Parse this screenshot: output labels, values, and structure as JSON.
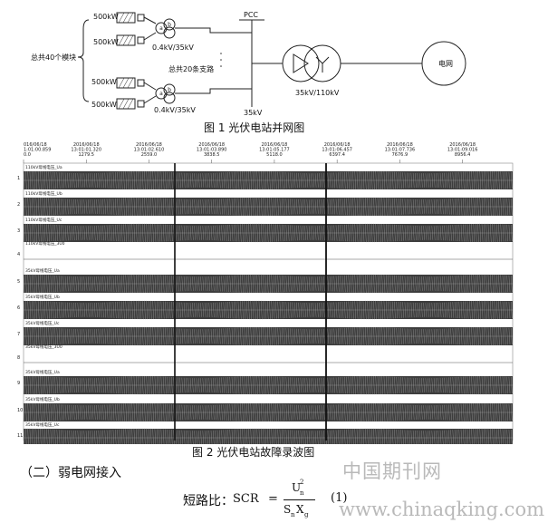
{
  "fig1": {
    "caption": "图 1 光伏电站并网图",
    "module_count_label": "总共40个模块",
    "panel_kw": [
      "500kW",
      "500kW",
      "500kW",
      "500kW"
    ],
    "transformer_upper": "0.4kV/35kV",
    "transformer_lower": "0.4kV/35kV",
    "branch_count_label": "总共20条支路",
    "pcc_label": "PCC",
    "bus_voltage": "35kV",
    "main_transformer": "35kV/110kV",
    "grid_label": "电网"
  },
  "fig2": {
    "caption": "图 2 光伏电站故障录波图",
    "time_start": [
      "016/06/18",
      "1:01:00.859",
      "0.0"
    ],
    "time_labels": [
      [
        "2016/06/18",
        "13:01:01.320",
        "1279.5"
      ],
      [
        "2016/06/18",
        "13:01:02.610",
        "2559.0"
      ],
      [
        "2016/06/18",
        "13:01:03.890",
        "3838.5"
      ],
      [
        "2016/06/18",
        "13:01:05.177",
        "5118.0"
      ],
      [
        "2016/06/18",
        "13:01:06.457",
        "6397.4"
      ],
      [
        "2016/06/18",
        "13:01:07.736",
        "7676.9"
      ],
      [
        "2016/06/18",
        "13:01:09.016",
        "8956.4"
      ]
    ],
    "channels": [
      {
        "label": "110kV母线电压_Ua",
        "num": "1"
      },
      {
        "label": "110kV母线电压_Ub",
        "num": "2"
      },
      {
        "label": "110kV母线电压_Uc",
        "num": "3"
      },
      {
        "label": "110kV母线电压_3U0",
        "num": "4"
      },
      {
        "label": "35kV母线电压_Ua",
        "num": "5"
      },
      {
        "label": "35kV母线电压_Ub",
        "num": "6"
      },
      {
        "label": "35kV母线电压_Uc",
        "num": "7"
      },
      {
        "label": "35kV母线电压_3U0",
        "num": "8"
      },
      {
        "label": "35kV母线电压_Ua",
        "num": "9"
      },
      {
        "label": "35kV母线电压_Ub",
        "num": "10"
      },
      {
        "label": "35kV母线电压_Uc",
        "num": "11"
      }
    ]
  },
  "section_heading": "（二）弱电网接入",
  "watermark_cn": "中国期刊网",
  "watermark_url": "www.chinaqking.com",
  "formula": {
    "label": "短路比：",
    "lhs": "SCR",
    "eq": "=",
    "num_base": "U",
    "num_sub": "n",
    "num_sup": "2",
    "den_base1": "S",
    "den_sub1": "n",
    "den_base2": "X",
    "den_sub2": "g",
    "number": "(1)"
  }
}
